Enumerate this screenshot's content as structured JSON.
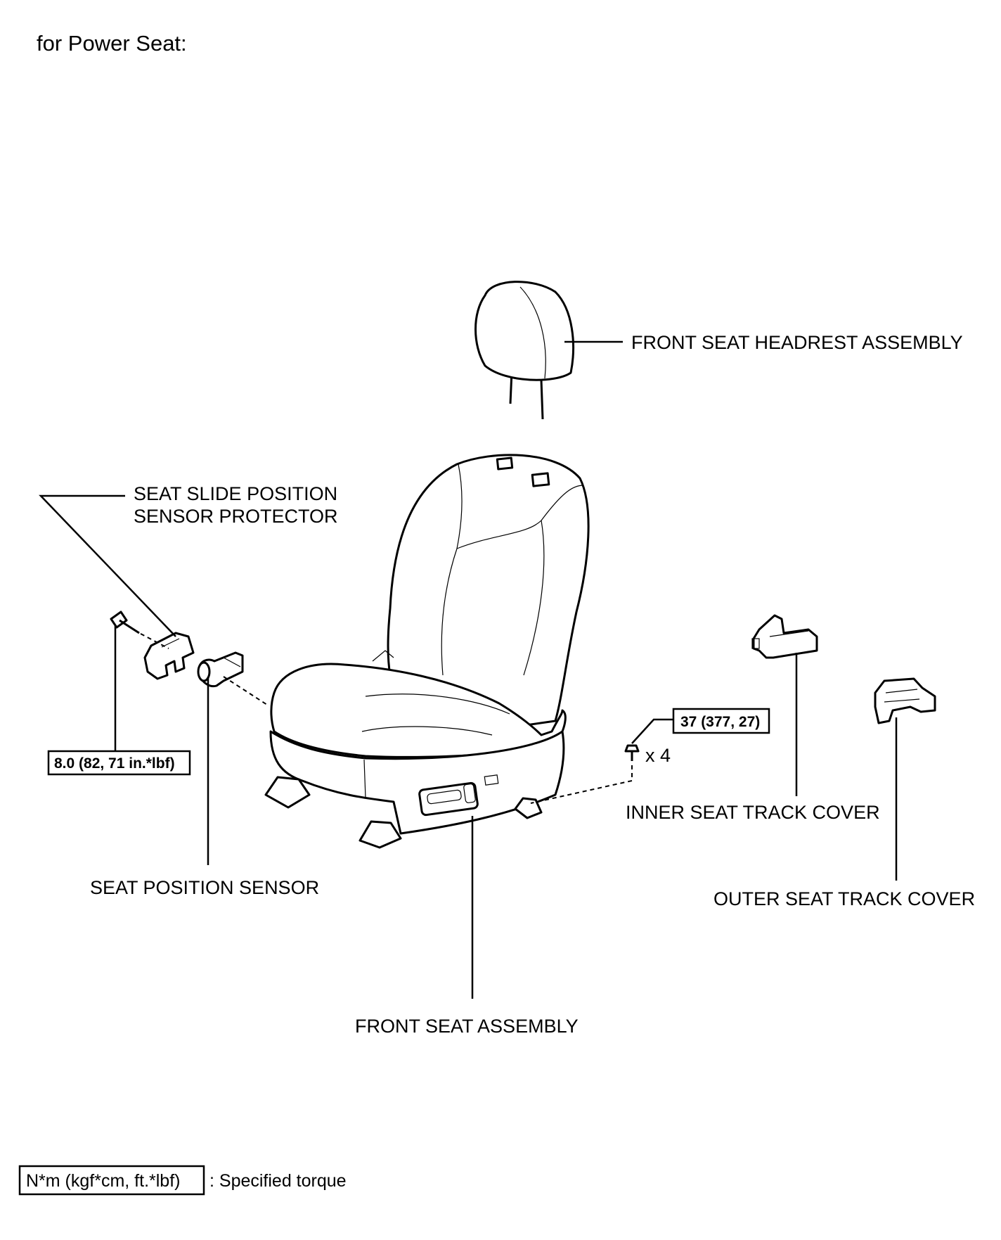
{
  "title": "for Power Seat:",
  "labels": {
    "headrest": "FRONT SEAT HEADREST ASSEMBLY",
    "protector_line1": "SEAT SLIDE POSITION",
    "protector_line2": "SENSOR PROTECTOR",
    "position_sensor": "SEAT POSITION SENSOR",
    "front_seat": "FRONT SEAT ASSEMBLY",
    "inner_cover": "INNER SEAT TRACK COVER",
    "outer_cover": "OUTER SEAT TRACK COVER",
    "bolt_count": "x 4"
  },
  "torques": {
    "sensor_bolt": "8.0 (82, 71 in.*lbf)",
    "seat_bolt": "37 (377, 27)"
  },
  "legend": {
    "unit": "N*m (kgf*cm, ft.*lbf)",
    "description": ": Specified torque"
  }
}
